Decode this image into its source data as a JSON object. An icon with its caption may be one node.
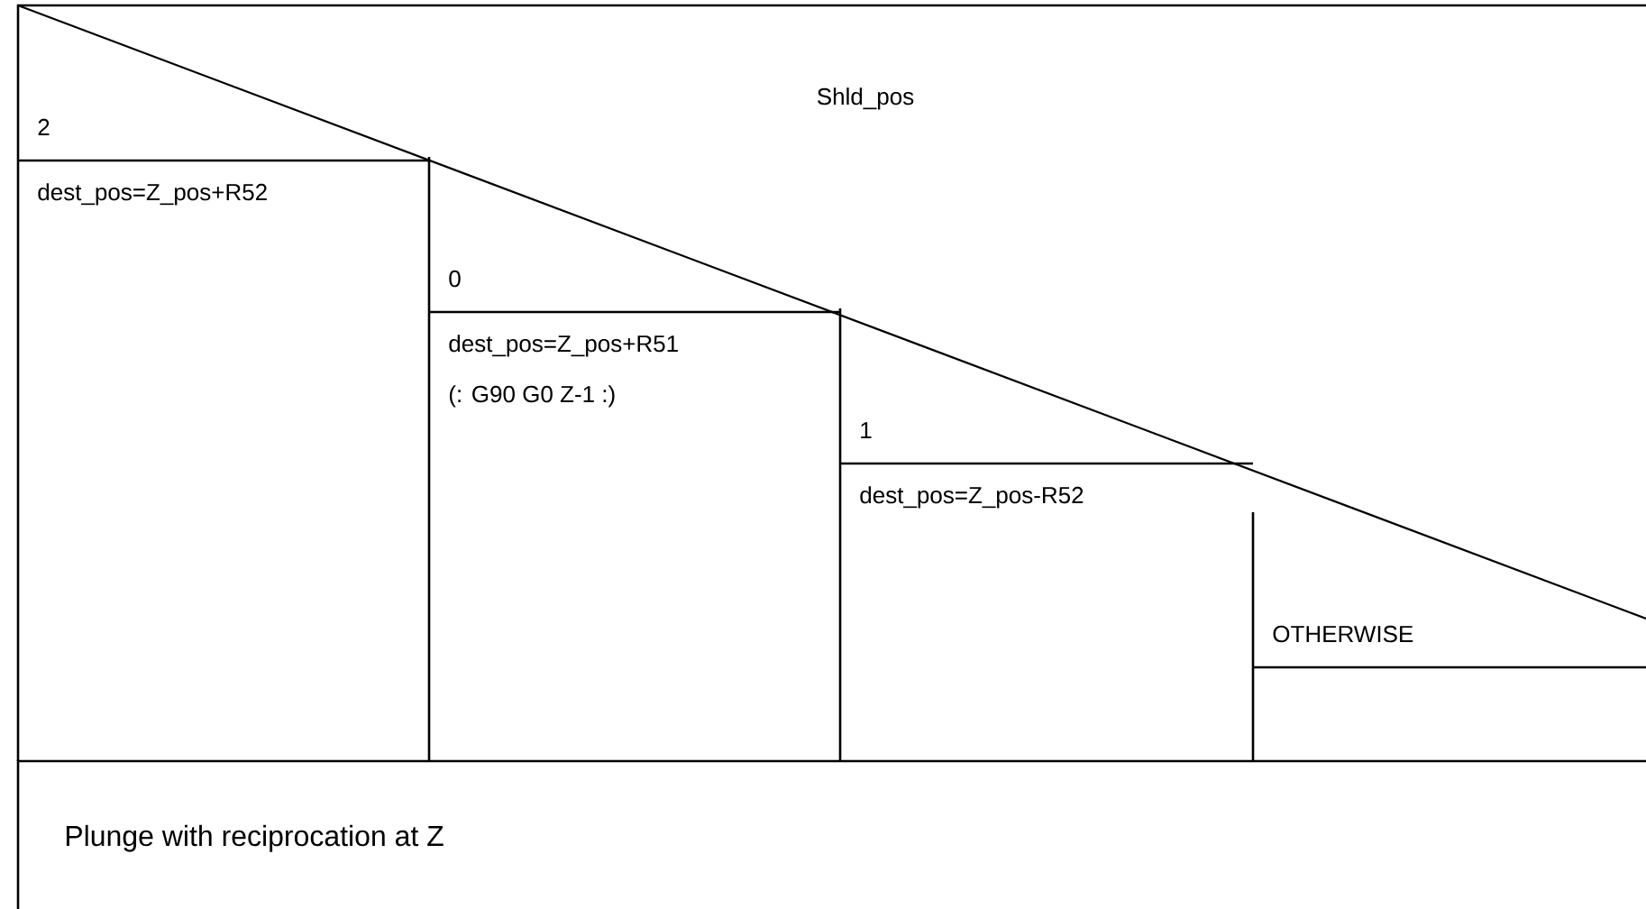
{
  "diagram": {
    "nodes": [
      {
        "text": [
          "Shld_pos"
        ]
      },
      {
        "text": [
          "2",
          "dest_pos=Z_pos+R52"
        ],
        "in": 0
      },
      {
        "text": [
          "0",
          "dest_pos=Z_pos+R51",
          "(: G90 G0 Z-1 :)"
        ],
        "in": 0
      },
      {
        "text": [
          "1",
          "dest_pos=Z_pos-R52"
        ],
        "in": 0
      },
      {
        "text": [
          "OTHERWISE"
        ],
        "in": 0
      },
      {
        "text": [
          "Plunge with reciprocation at Z"
        ]
      }
    ]
  }
}
